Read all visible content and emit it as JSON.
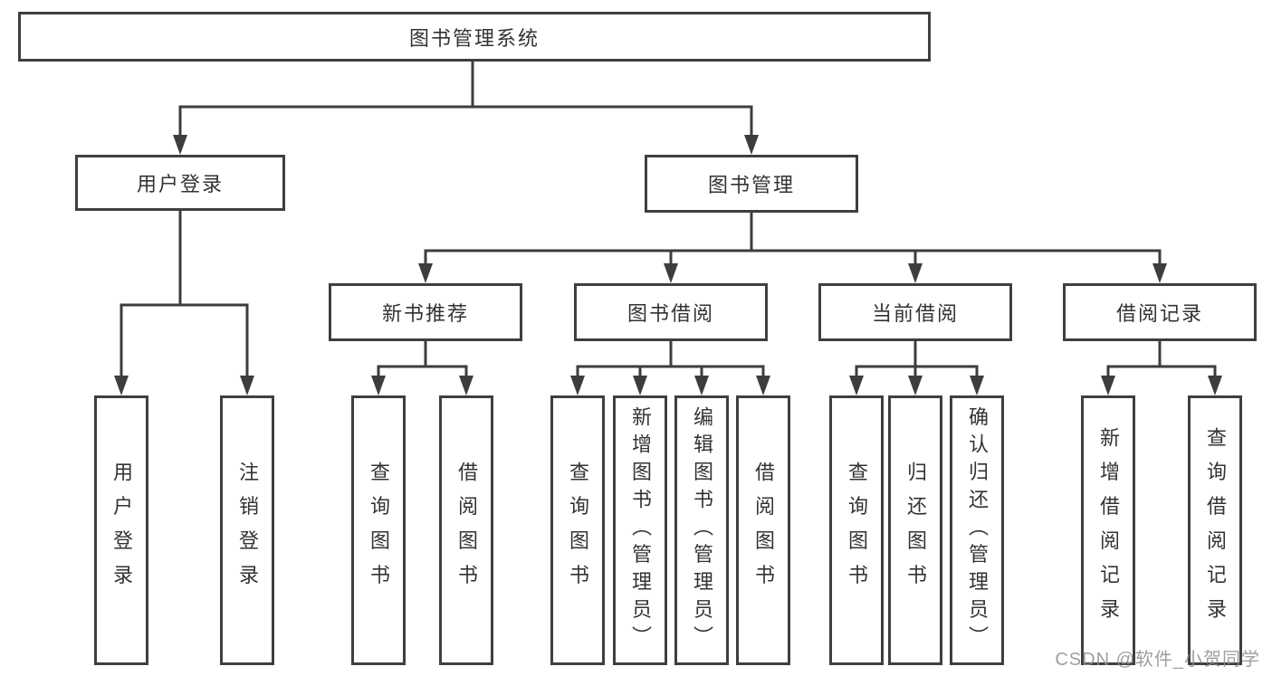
{
  "diagram_title": "图书管理系统",
  "tree": {
    "label": "图书管理系统",
    "children": [
      {
        "label": "用户登录",
        "children": [
          {
            "label": "用户登录"
          },
          {
            "label": "注销登录"
          }
        ]
      },
      {
        "label": "图书管理",
        "children": [
          {
            "label": "新书推荐",
            "children": [
              {
                "label": "查询图书"
              },
              {
                "label": "借阅图书"
              }
            ]
          },
          {
            "label": "图书借阅",
            "children": [
              {
                "label": "查询图书"
              },
              {
                "label": "新增图书（管理员）"
              },
              {
                "label": "编辑图书（管理员）"
              },
              {
                "label": "借阅图书"
              }
            ]
          },
          {
            "label": "当前借阅",
            "children": [
              {
                "label": "查询图书"
              },
              {
                "label": "归还图书"
              },
              {
                "label": "确认归还（管理员）"
              }
            ]
          },
          {
            "label": "借阅记录",
            "children": [
              {
                "label": "新增借阅记录"
              },
              {
                "label": "查询借阅记录"
              }
            ]
          }
        ]
      }
    ]
  },
  "watermark": {
    "text": "CSDN @软件_小贺同学"
  },
  "colors": {
    "background": "#ffffff",
    "line": "#3d3d3d",
    "box_border": "#3f3f3f",
    "text": "#333333",
    "watermark": "#8f8f8f"
  }
}
